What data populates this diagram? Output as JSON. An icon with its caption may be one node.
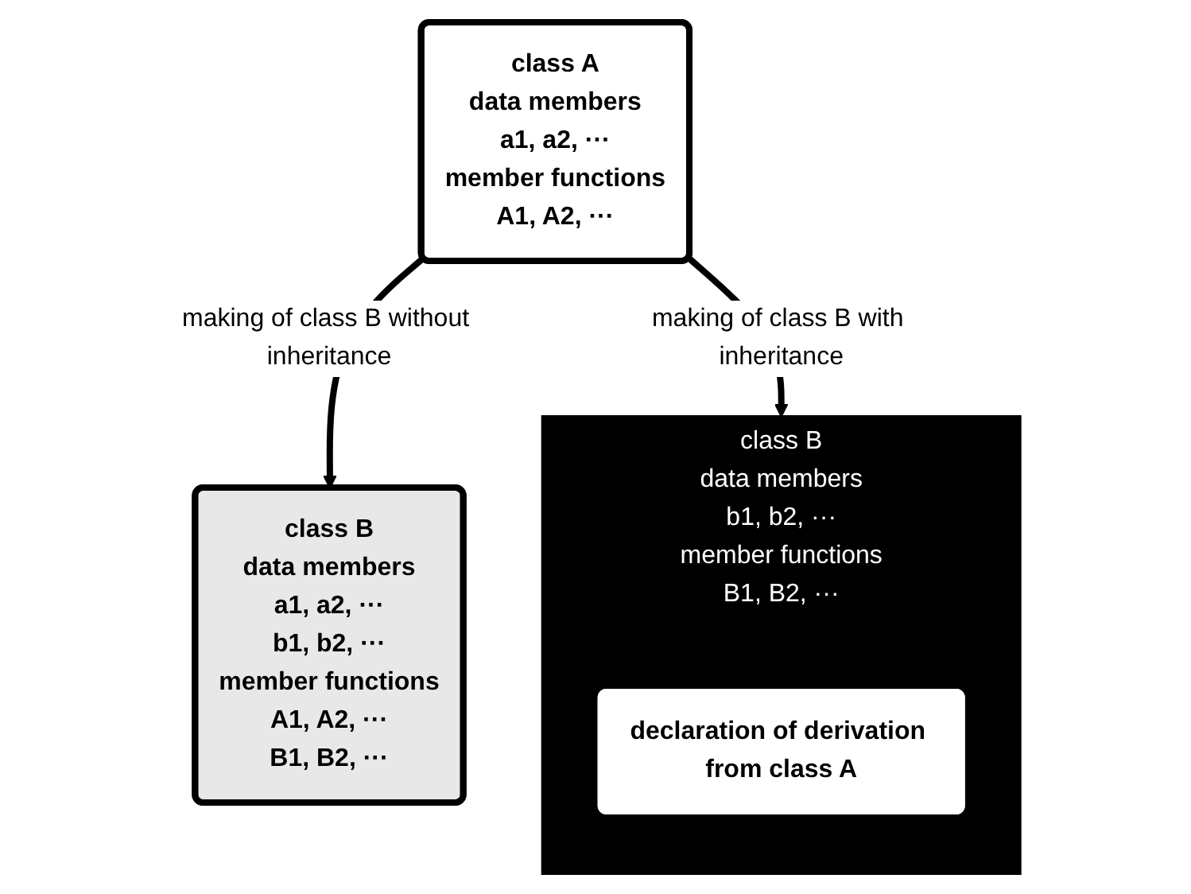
{
  "diagram": {
    "nodes": [
      {
        "text": [
          "class A",
          "data members",
          "a1,  a2, ···",
          "member functions",
          "A1,  A2, ···"
        ]
      },
      {
        "text": [
          "class B",
          "data members",
          "a1,  a2, ···",
          "b1,  b2, ···",
          "member functions",
          "A1,  A2, ···",
          "B1,  B2, ···"
        ]
      },
      {
        "text": [
          "class B",
          "data members",
          "b1,  b2, ···",
          "member functions",
          "B1,  B2, ···"
        ]
      },
      {
        "text": [
          "declaration of derivation from class A"
        ],
        "in": 2
      }
    ],
    "edges": [
      {
        "from": 0,
        "to": 1,
        "arrow": "to",
        "label": "making of class B without inheritance"
      },
      {
        "from": 0,
        "to": 2,
        "arrow": "to",
        "label": "making of class B with inheritance"
      }
    ]
  }
}
